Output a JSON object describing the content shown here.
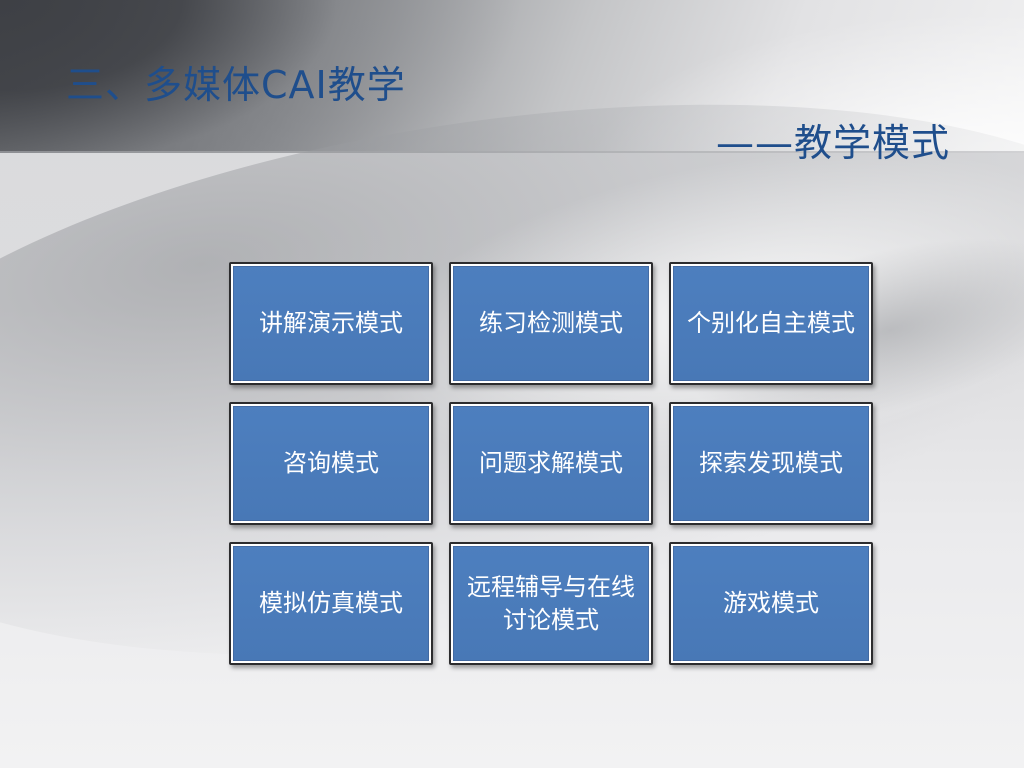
{
  "slide": {
    "title": "三、多媒体CAI教学",
    "subtitle": "——教学模式"
  },
  "modes": [
    "讲解演示模式",
    "练习检测模式",
    "个别化自主模式",
    "咨询模式",
    "问题求解模式",
    "探索发现模式",
    "模拟仿真模式",
    "远程辅导与在线讨论模式",
    "游戏模式"
  ],
  "colors": {
    "title": "#1f4e8c",
    "tile_fill": "#4a7bbb",
    "tile_text": "#ffffff"
  }
}
